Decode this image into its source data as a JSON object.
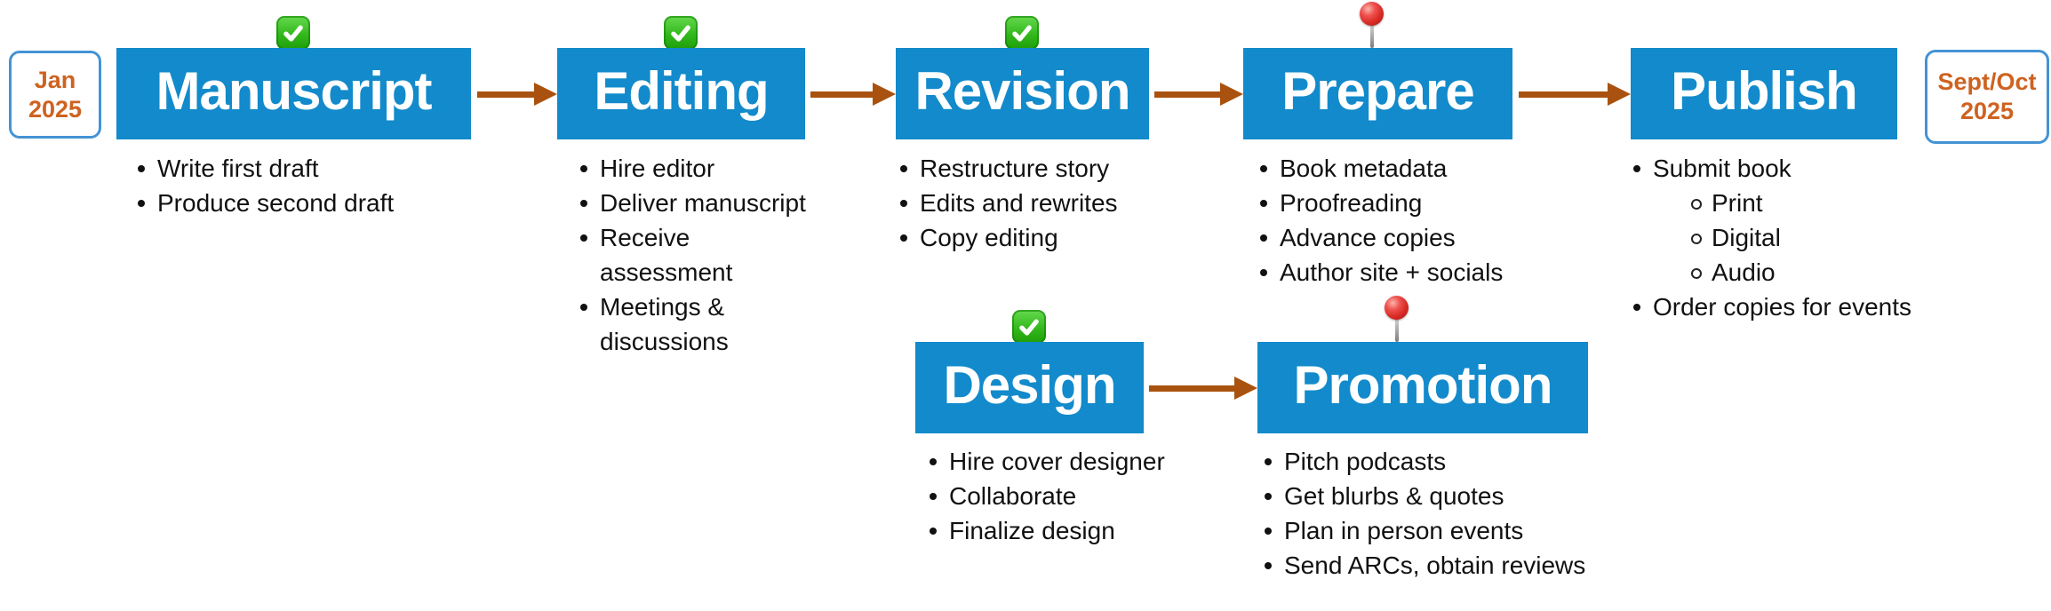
{
  "colors": {
    "stage_fill": "#128ACB",
    "stage_text": "#FFFFFF",
    "arrow": "#A9520F",
    "date_text": "#CE6220",
    "date_border": "#4493D4",
    "body_text": "#111111",
    "check_green": "#2FB117",
    "pin_red": "#D92B25"
  },
  "start_date": {
    "line1": "Jan",
    "line2": "2025"
  },
  "end_date": {
    "line1": "Sept/Oct",
    "line2": "2025"
  },
  "stages": [
    {
      "title": "Manuscript",
      "status_icon": "check-icon",
      "items": [
        {
          "text": "Write first draft",
          "level": 1
        },
        {
          "text": "Produce second draft",
          "level": 1
        }
      ]
    },
    {
      "title": "Editing",
      "status_icon": "check-icon",
      "items": [
        {
          "text": "Hire editor",
          "level": 1
        },
        {
          "text": "Deliver manuscript",
          "level": 1
        },
        {
          "text": "Receive assessment",
          "level": 1
        },
        {
          "text": "Meetings & discussions",
          "level": 1
        }
      ]
    },
    {
      "title": "Revision",
      "status_icon": "check-icon",
      "items": [
        {
          "text": "Restructure story",
          "level": 1
        },
        {
          "text": "Edits and rewrites",
          "level": 1
        },
        {
          "text": "Copy editing",
          "level": 1
        }
      ]
    },
    {
      "title": "Prepare",
      "status_icon": "pushpin-icon",
      "items": [
        {
          "text": "Book metadata",
          "level": 1
        },
        {
          "text": "Proofreading",
          "level": 1
        },
        {
          "text": "Advance copies",
          "level": 1
        },
        {
          "text": "Author site + socials",
          "level": 1
        }
      ]
    },
    {
      "title": "Publish",
      "status_icon": "none",
      "items": [
        {
          "text": "Submit book",
          "level": 1
        },
        {
          "text": "Print",
          "level": 2
        },
        {
          "text": "Digital",
          "level": 2
        },
        {
          "text": "Audio",
          "level": 2
        },
        {
          "text": "Order copies for events",
          "level": 1
        }
      ]
    },
    {
      "title": "Design",
      "status_icon": "check-icon",
      "items": [
        {
          "text": "Hire cover designer",
          "level": 1
        },
        {
          "text": "Collaborate",
          "level": 1
        },
        {
          "text": "Finalize design",
          "level": 1
        }
      ]
    },
    {
      "title": "Promotion",
      "status_icon": "pushpin-icon",
      "items": [
        {
          "text": "Pitch podcasts",
          "level": 1
        },
        {
          "text": "Get blurbs & quotes",
          "level": 1
        },
        {
          "text": "Plan in person events",
          "level": 1
        },
        {
          "text": "Send ARCs, obtain reviews",
          "level": 1
        }
      ]
    }
  ]
}
